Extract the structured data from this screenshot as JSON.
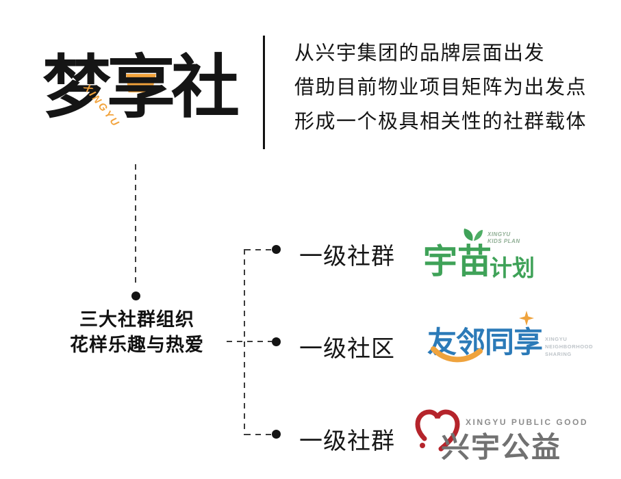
{
  "brand": {
    "logo_text": "梦享社",
    "logo_romanization": "XINGYU",
    "accent_color": "#F2A33C",
    "intro": {
      "line1": "从兴宇集团的品牌层面出发",
      "line2": "借助目前物业项目矩阵为出发点",
      "line3": "形成一个极具相关性的社群载体"
    }
  },
  "tree": {
    "root": {
      "line1": "三大社群组织",
      "line2": "花样乐趣与热爱"
    },
    "branches": [
      {
        "label": "一级社群"
      },
      {
        "label": "一级社区"
      },
      {
        "label": "一级社群"
      }
    ]
  },
  "logos": {
    "kids": {
      "name": "宇苗计划",
      "main": "宇苗",
      "sub": "计划",
      "caption_line1": "XINGYU",
      "caption_line2": "KIDS PLAN",
      "color": "#3FA258"
    },
    "neighbor": {
      "name": "友邻同享",
      "main": "友邻同享",
      "caption_line1": "XINGYU",
      "caption_line2": "NEIGHBORHOOD",
      "caption_line3": "SHARING",
      "color": "#2B7AB8",
      "smile_color": "#EFA33D"
    },
    "public": {
      "name": "兴宇公益",
      "main": "兴宇公益",
      "caption": "XINGYU PUBLIC GOOD",
      "color": "#717171",
      "heart_color": "#B5242B"
    }
  }
}
